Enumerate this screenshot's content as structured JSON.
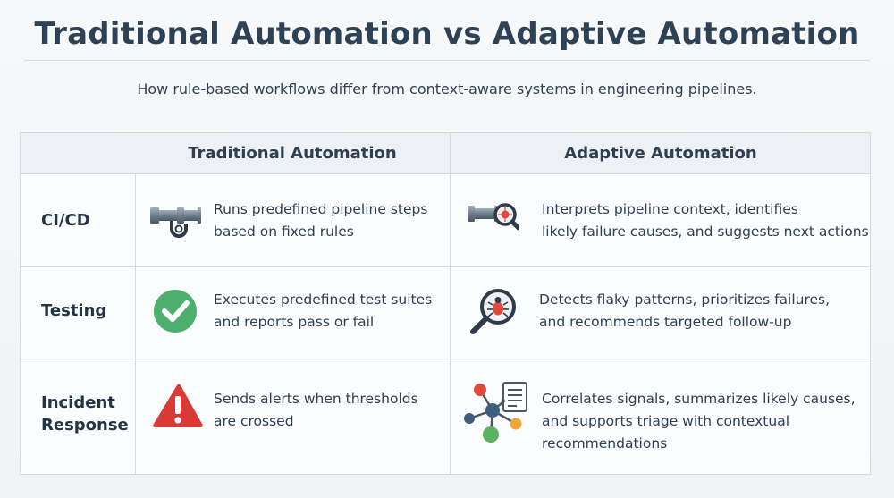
{
  "header": {
    "title": "Traditional Automation vs Adaptive Automation",
    "subtitle": "How rule-based workflows differ from context-aware systems in engineering pipelines."
  },
  "table": {
    "columns": {
      "traditional": "Traditional Automation",
      "adaptive": "Adaptive Automation"
    },
    "rows": [
      {
        "label": "CI/CD",
        "traditional": "Runs predefined pipeline steps\nbased on fixed rules",
        "traditional_icon": "pipeline-icon",
        "adaptive": "Interprets pipeline context, identifies\nlikely failure causes, and suggests next actions",
        "adaptive_icon": "pipeline-search-icon"
      },
      {
        "label": "Testing",
        "traditional": "Executes predefined test suites\nand reports pass or fail",
        "traditional_icon": "check-circle-icon",
        "adaptive": "Detects flaky patterns, prioritizes failures,\nand recommends targeted follow-up",
        "adaptive_icon": "bug-search-icon"
      },
      {
        "label": "Incident\nResponse",
        "traditional": "Sends alerts when thresholds\nare crossed",
        "traditional_icon": "warning-triangle-icon",
        "adaptive": "Correlates signals, summarizes likely causes,\nand supports triage with contextual\nrecommendations",
        "adaptive_icon": "signal-network-icon"
      }
    ]
  },
  "colors": {
    "title": "#2f4154",
    "check_green": "#4caf6e",
    "alert_red": "#d83a36",
    "magnifier_dark": "#2f3b48",
    "bug_red": "#e04a3c",
    "node_blue": "#3d5c80",
    "node_green": "#58b35e",
    "node_orange": "#f0a73a",
    "node_red": "#de4b3c"
  }
}
